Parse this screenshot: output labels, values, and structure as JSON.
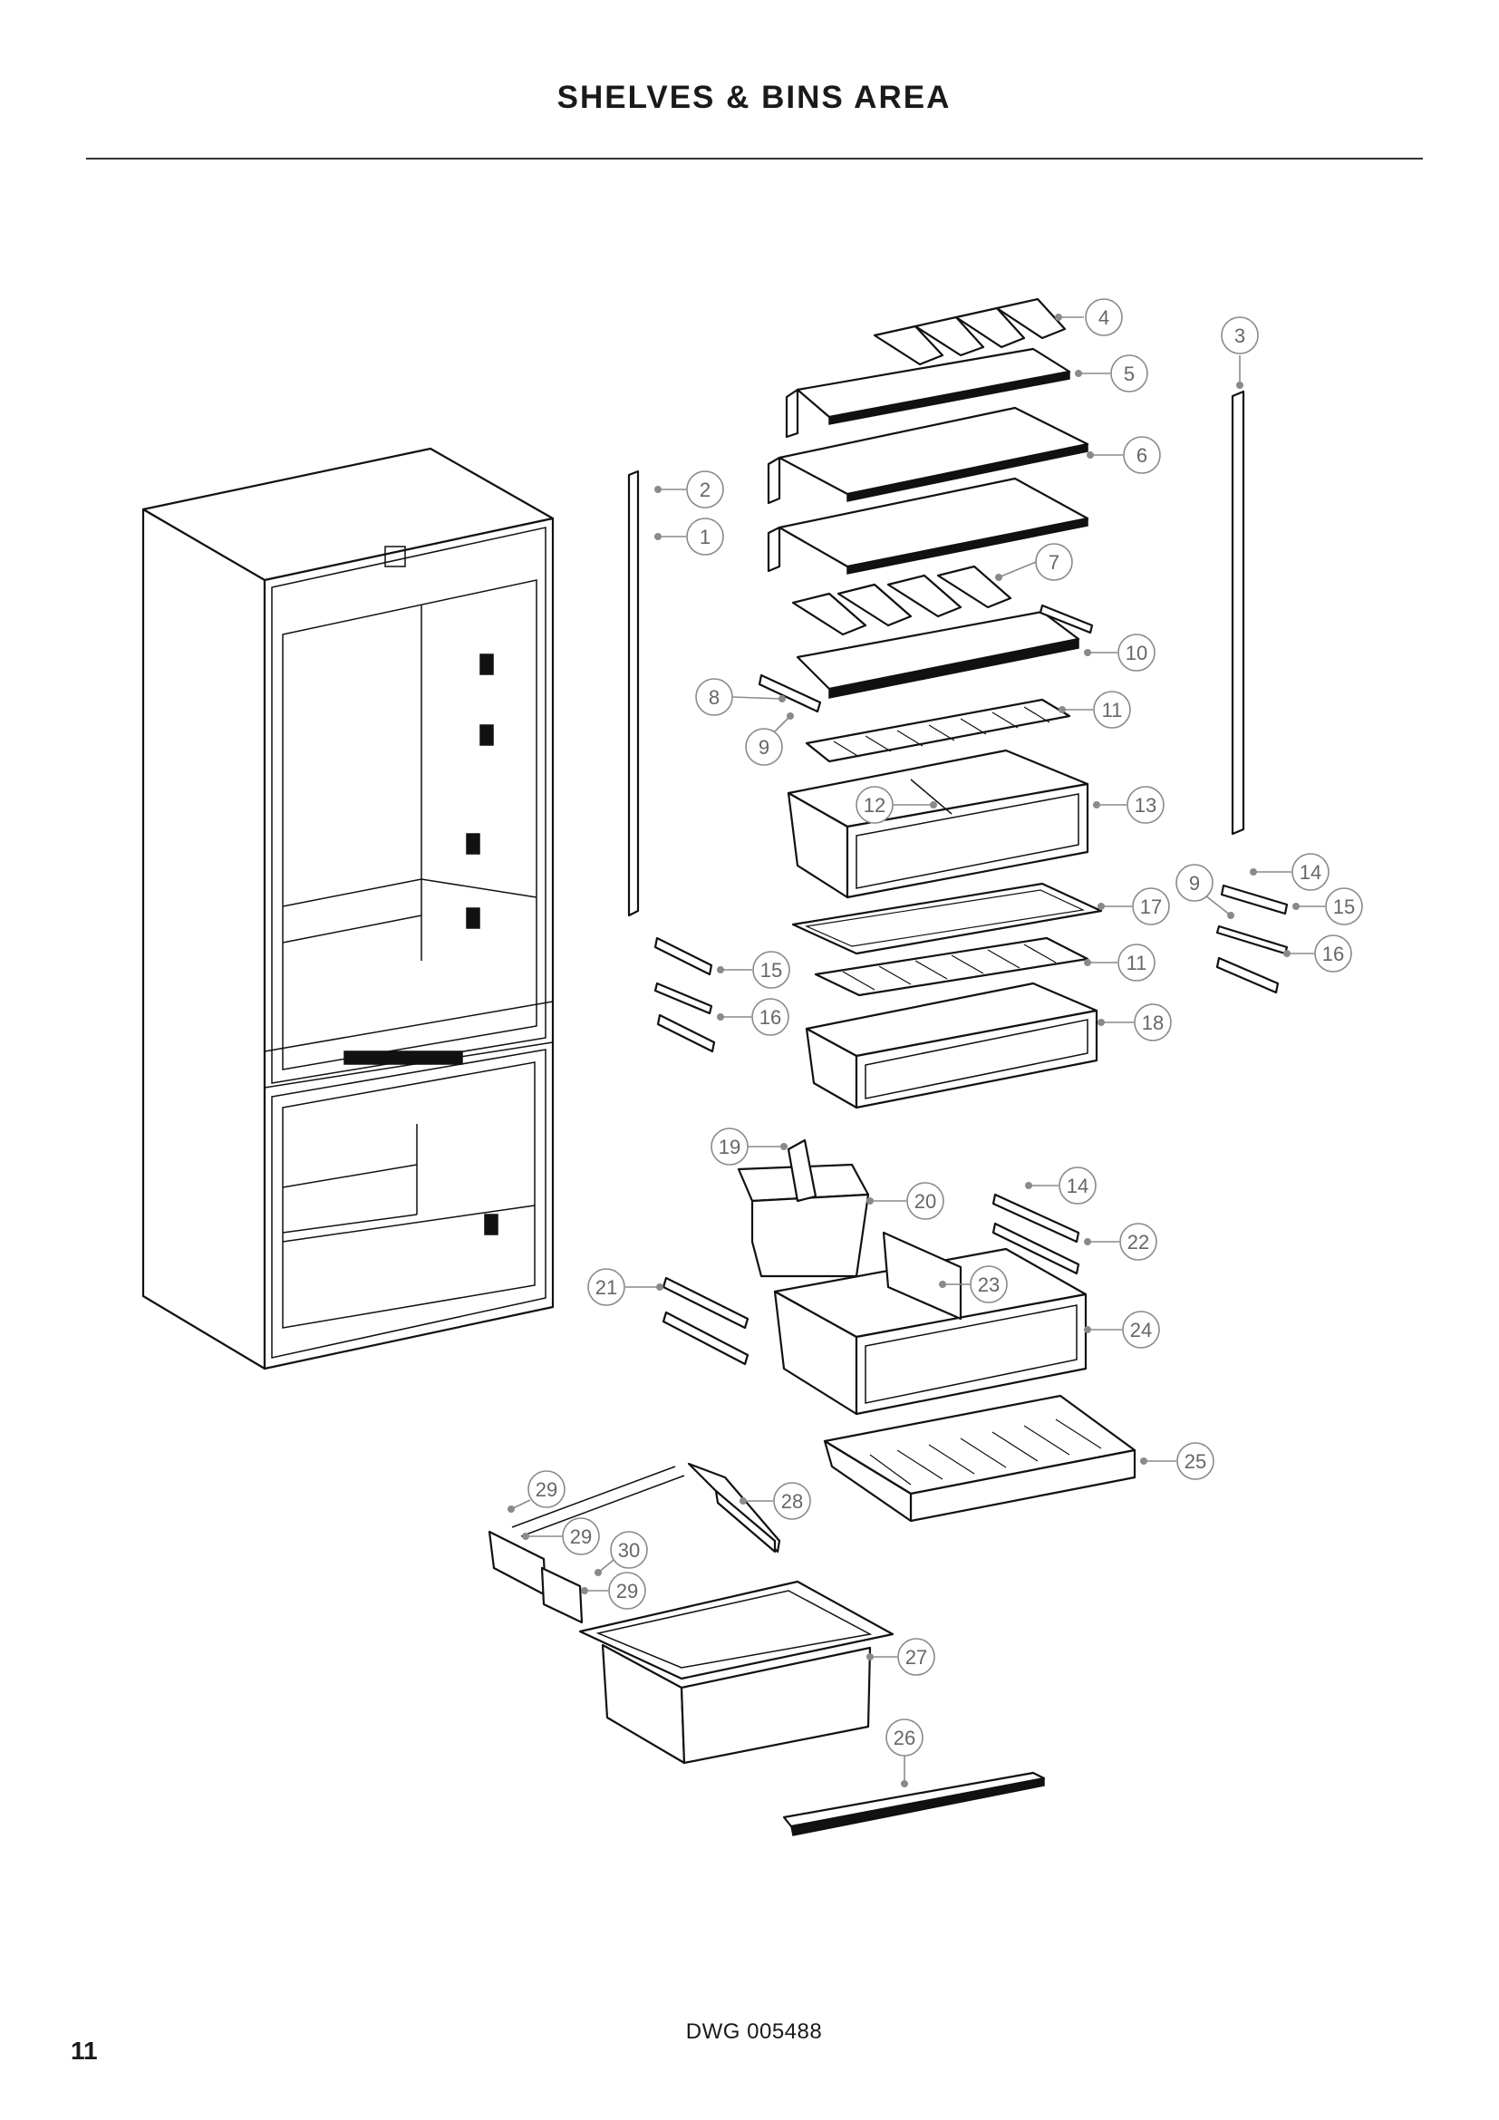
{
  "page": {
    "title": "SHELVES & BINS AREA",
    "drawing_number": "DWG 005488",
    "page_number": "11"
  },
  "callouts": {
    "c1": "1",
    "c2": "2",
    "c3": "3",
    "c4": "4",
    "c5": "5",
    "c6": "6",
    "c7": "7",
    "c8": "8",
    "c9a": "9",
    "c9b": "9",
    "c10": "10",
    "c11a": "11",
    "c11b": "11",
    "c12": "12",
    "c13": "13",
    "c14a": "14",
    "c14b": "14",
    "c15a": "15",
    "c15b": "15",
    "c16a": "16",
    "c16b": "16",
    "c17": "17",
    "c18": "18",
    "c19": "19",
    "c20": "20",
    "c21": "21",
    "c22": "22",
    "c23": "23",
    "c24": "24",
    "c25": "25",
    "c26": "26",
    "c27": "27",
    "c28": "28",
    "c29a": "29",
    "c29b": "29",
    "c29c": "29",
    "c30": "30"
  }
}
